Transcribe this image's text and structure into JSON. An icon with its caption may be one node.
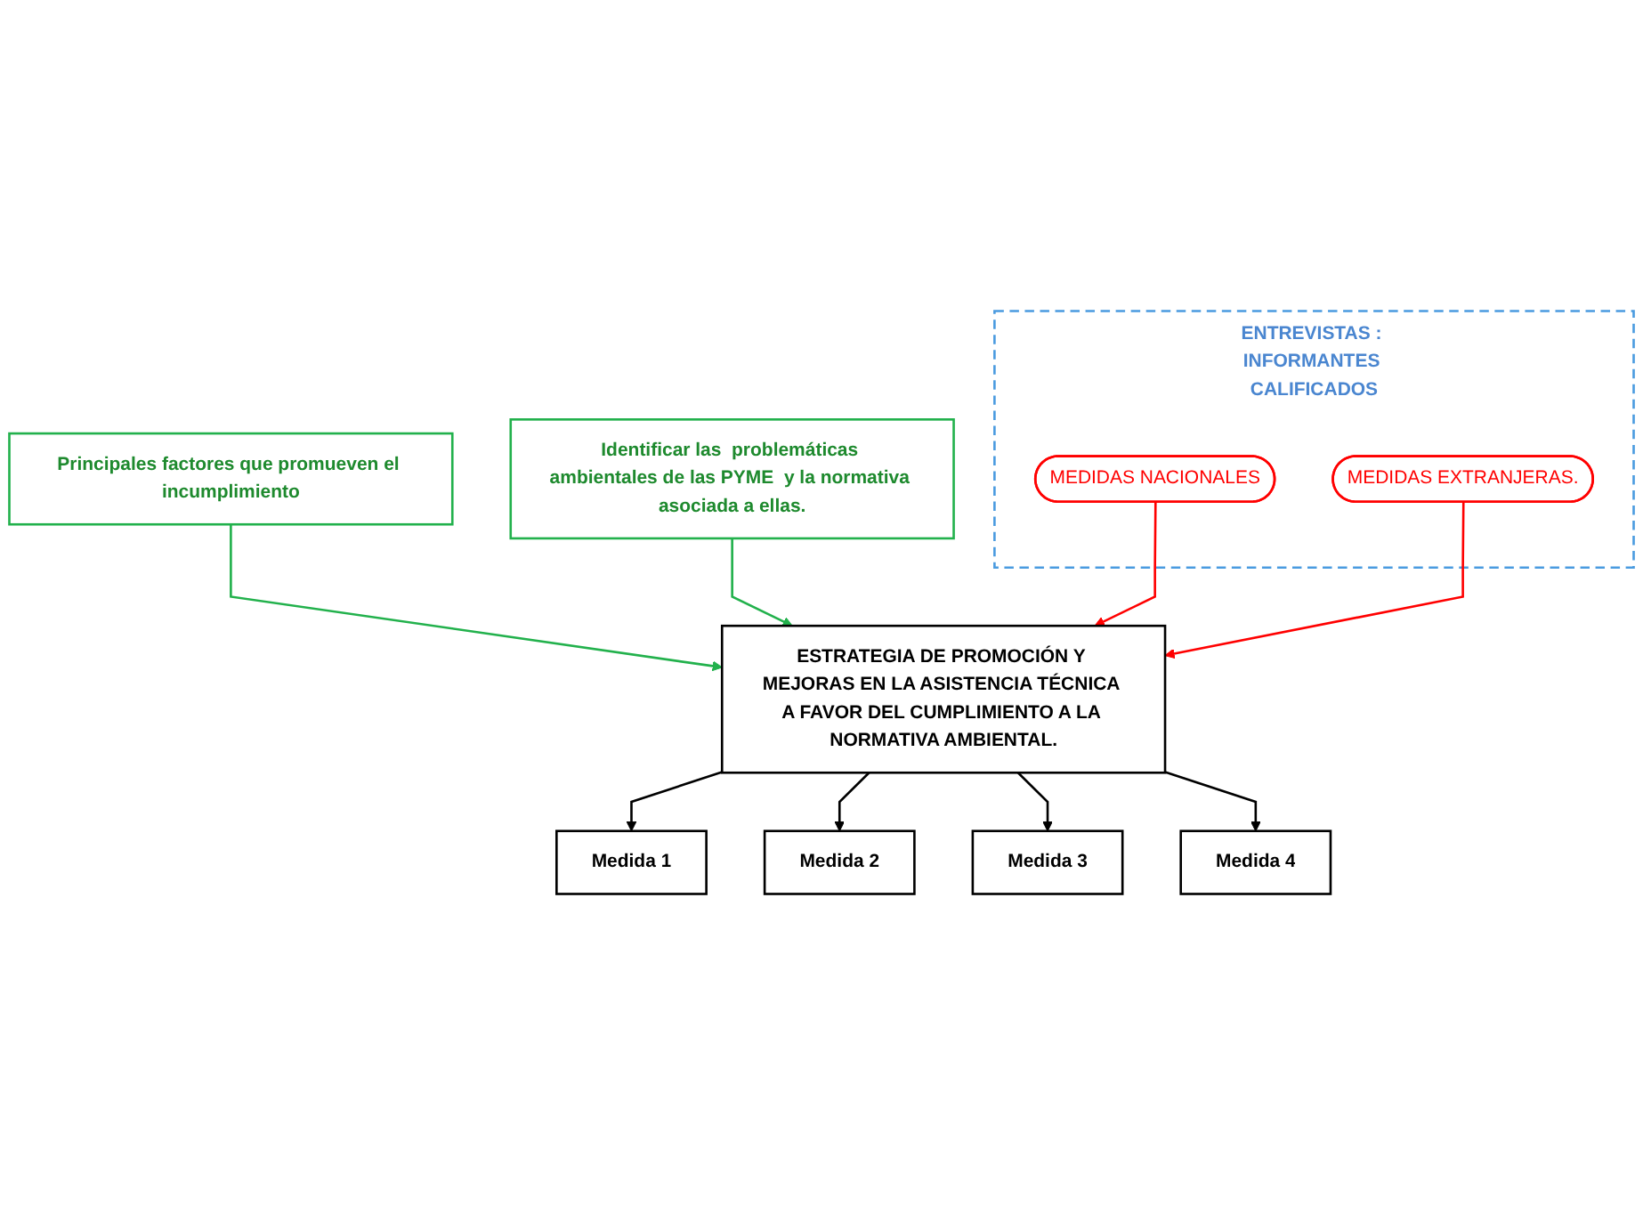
{
  "diagram": {
    "nodes": [
      {
        "text": [
          "Principales factores que promueven el incumplimiento"
        ]
      },
      {
        "text": [
          "Identificar las  problemáticas ambientales de las PYME  y la normativa asociada a ellas."
        ]
      },
      {
        "text": [
          "ENTREVISTAS : INFORMANTES CALIFICADOS"
        ]
      },
      {
        "text": [
          "MEDIDAS NACIONALES"
        ],
        "in": 2
      },
      {
        "text": [
          "MEDIDAS EXTRANJERAS."
        ],
        "in": 2
      },
      {
        "text": [
          "ESTRATEGIA DE PROMOCIÓN Y MEJORAS EN LA ASISTENCIA TÉCNICA A FAVOR DEL CUMPLIMIENTO A LA NORMATIVA AMBIENTAL."
        ]
      },
      {
        "text": [
          "Medida 1"
        ]
      },
      {
        "text": [
          "Medida 2"
        ]
      },
      {
        "text": [
          "Medida 3"
        ]
      },
      {
        "text": [
          "Medida 4"
        ]
      }
    ],
    "edges": [
      {
        "from": 0,
        "to": 5,
        "arrow": "to",
        "color": "#22b14c"
      },
      {
        "from": 1,
        "to": 5,
        "arrow": "to",
        "color": "#22b14c"
      },
      {
        "from": 3,
        "to": 5,
        "arrow": "to",
        "color": "#ff0000"
      },
      {
        "from": 4,
        "to": 5,
        "arrow": "to",
        "color": "#ff0000"
      },
      {
        "from": 5,
        "to": 6,
        "arrow": "to"
      },
      {
        "from": 5,
        "to": 7,
        "arrow": "to"
      },
      {
        "from": 5,
        "to": 8,
        "arrow": "to"
      },
      {
        "from": 5,
        "to": 9,
        "arrow": "to"
      }
    ]
  }
}
